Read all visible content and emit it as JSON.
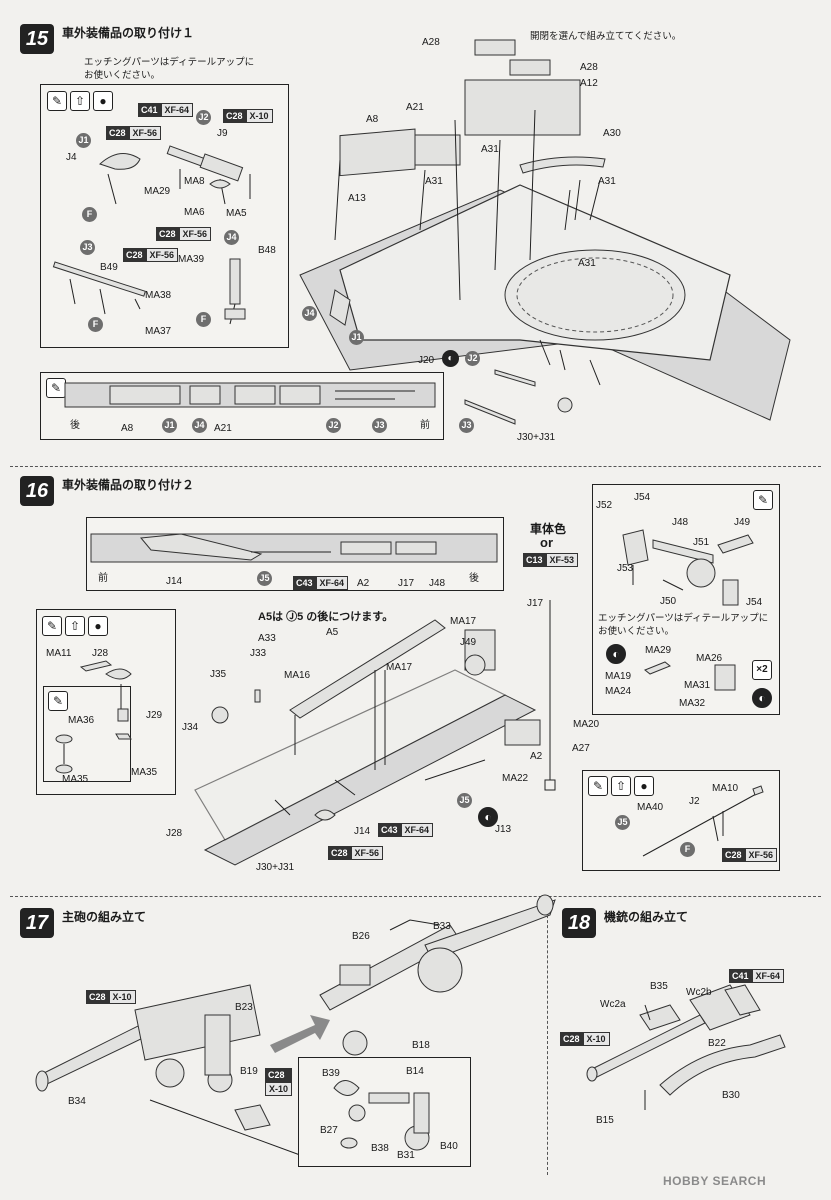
{
  "step15": {
    "number": "15",
    "title": "車外装備品の取り付け１",
    "note": "エッチングパーツはディテールアップにお使いください。",
    "choose_note": "開閉を選んで組み立ててください。",
    "panel_labels": {
      "c41": "C41",
      "xf64": "XF-64",
      "j2": "J2",
      "j9": "J9",
      "c28a": "C28",
      "x10": "X-10",
      "j1": "J1",
      "c28b": "C28",
      "xf56a": "XF-56",
      "j4": "J4",
      "ma29": "MA29",
      "ma8": "MA8",
      "ma6": "MA6",
      "ma5": "MA5",
      "f1": "F",
      "c28c": "C28",
      "xf56b": "XF-56",
      "j4b": "J4",
      "b48": "B48",
      "j3": "J3",
      "c28d": "C28",
      "xf56c": "XF-56",
      "ma39": "MA39",
      "b49": "B49",
      "ma38": "MA38",
      "ma37": "MA37",
      "f2": "F",
      "f3": "F"
    },
    "main_labels": {
      "a28a": "A28",
      "a28b": "A28",
      "a12": "A12",
      "a8": "A8",
      "a21": "A21",
      "a31a": "A31",
      "a31b": "A31",
      "a31c": "A31",
      "a13": "A13",
      "a30": "A30",
      "a31d": "A31",
      "j4": "J4",
      "j1": "J1",
      "j20": "J20",
      "j2": "J2",
      "j3": "J3",
      "j30j31": "J30+J31"
    },
    "strip_labels": {
      "rear": "後",
      "a8": "A8",
      "j1": "J1",
      "j4": "J4",
      "a21": "A21",
      "j2": "J2",
      "j3": "J3",
      "front": "前"
    }
  },
  "step16": {
    "number": "16",
    "title": "車外装備品の取り付け２",
    "body_color": "車体色",
    "or": "or",
    "c13": "C13",
    "xf53": "XF-53",
    "a5_note": "A5は Ⓙ5 の後につけます。",
    "strip_labels": {
      "front": "前",
      "j14": "J14",
      "j5": "J5",
      "c43": "C43",
      "xf64": "XF-64",
      "a2": "A2",
      "j17": "J17",
      "j48": "J48",
      "rear": "後"
    },
    "right_panel": {
      "j52": "J52",
      "j54a": "J54",
      "j48": "J48",
      "j49": "J49",
      "j51": "J51",
      "j53": "J53",
      "j50": "J50",
      "j54b": "J54",
      "note": "エッチングパーツはディテールアップにお使いください。",
      "ma29": "MA29",
      "ma19": "MA19",
      "ma24": "MA24",
      "ma26": "MA26",
      "ma31": "MA31",
      "ma32": "MA32",
      "x2": "×2"
    },
    "left_panel": {
      "ma11": "MA11",
      "j28": "J28",
      "j29": "J29",
      "ma36": "MA36",
      "ma35a": "MA35",
      "ma35b": "MA35"
    },
    "main_labels": {
      "a33": "A33",
      "j33": "J33",
      "a5": "A5",
      "ma17a": "MA17",
      "ma17b": "MA17",
      "j17": "J17",
      "j49": "J49",
      "j35": "J35",
      "ma16": "MA16",
      "j34": "J34",
      "ma20": "MA20",
      "a27": "A27",
      "a2": "A2",
      "ma22": "MA22",
      "j5": "J5",
      "j13": "J13",
      "j28": "J28",
      "j14": "J14",
      "c43": "C43",
      "xf64": "XF-64",
      "c28": "C28",
      "xf56": "XF-56",
      "j30j31": "J30+J31"
    },
    "bottom_panel": {
      "ma10": "MA10",
      "ma40": "MA40",
      "j2": "J2",
      "j5": "J5",
      "f": "F",
      "c28": "C28",
      "xf56": "XF-56"
    }
  },
  "step17": {
    "number": "17",
    "title": "主砲の組み立て",
    "labels": {
      "c28a": "C28",
      "x10a": "X-10",
      "b23": "B23",
      "b19": "B19",
      "c28b": "C28",
      "x10b": "X-10",
      "b34": "B34",
      "b26": "B26",
      "b33": "B33",
      "b18": "B18",
      "b39": "B39",
      "b14": "B14",
      "b27": "B27",
      "b38": "B38",
      "b31": "B31",
      "b40": "B40"
    }
  },
  "step18": {
    "number": "18",
    "title": "機銃の組み立て",
    "labels": {
      "c41": "C41",
      "xf64": "XF-64",
      "b35": "B35",
      "wc2a": "Wc2a",
      "wc2b": "Wc2b",
      "c28": "C28",
      "x10": "X-10",
      "b22": "B22",
      "b30": "B30",
      "b15": "B15"
    }
  },
  "watermark": "HOBBY SEARCH"
}
